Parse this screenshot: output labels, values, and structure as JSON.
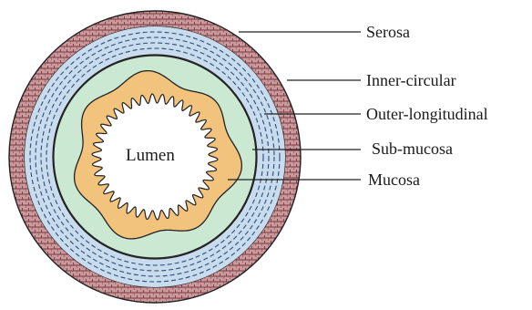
{
  "labels": {
    "serosa": "Serosa",
    "inner_circular": "Inner-circular",
    "outer_longitudinal": "Outer-longitudinal",
    "sub_mucosa": "Sub-mucosa",
    "mucosa": "Mucosa",
    "lumen": "Lumen"
  },
  "colors": {
    "serosa_fill": "#c9999c",
    "serosa_pattern": "#7a3a3f",
    "muscularis_fill": "#c8dced",
    "muscularis_dash": "#2e4d78",
    "submucosa_fill": "#cbe8d3",
    "mucosa_fill": "#f2c37c",
    "outline": "#222222",
    "lumen_fill": "#ffffff"
  }
}
